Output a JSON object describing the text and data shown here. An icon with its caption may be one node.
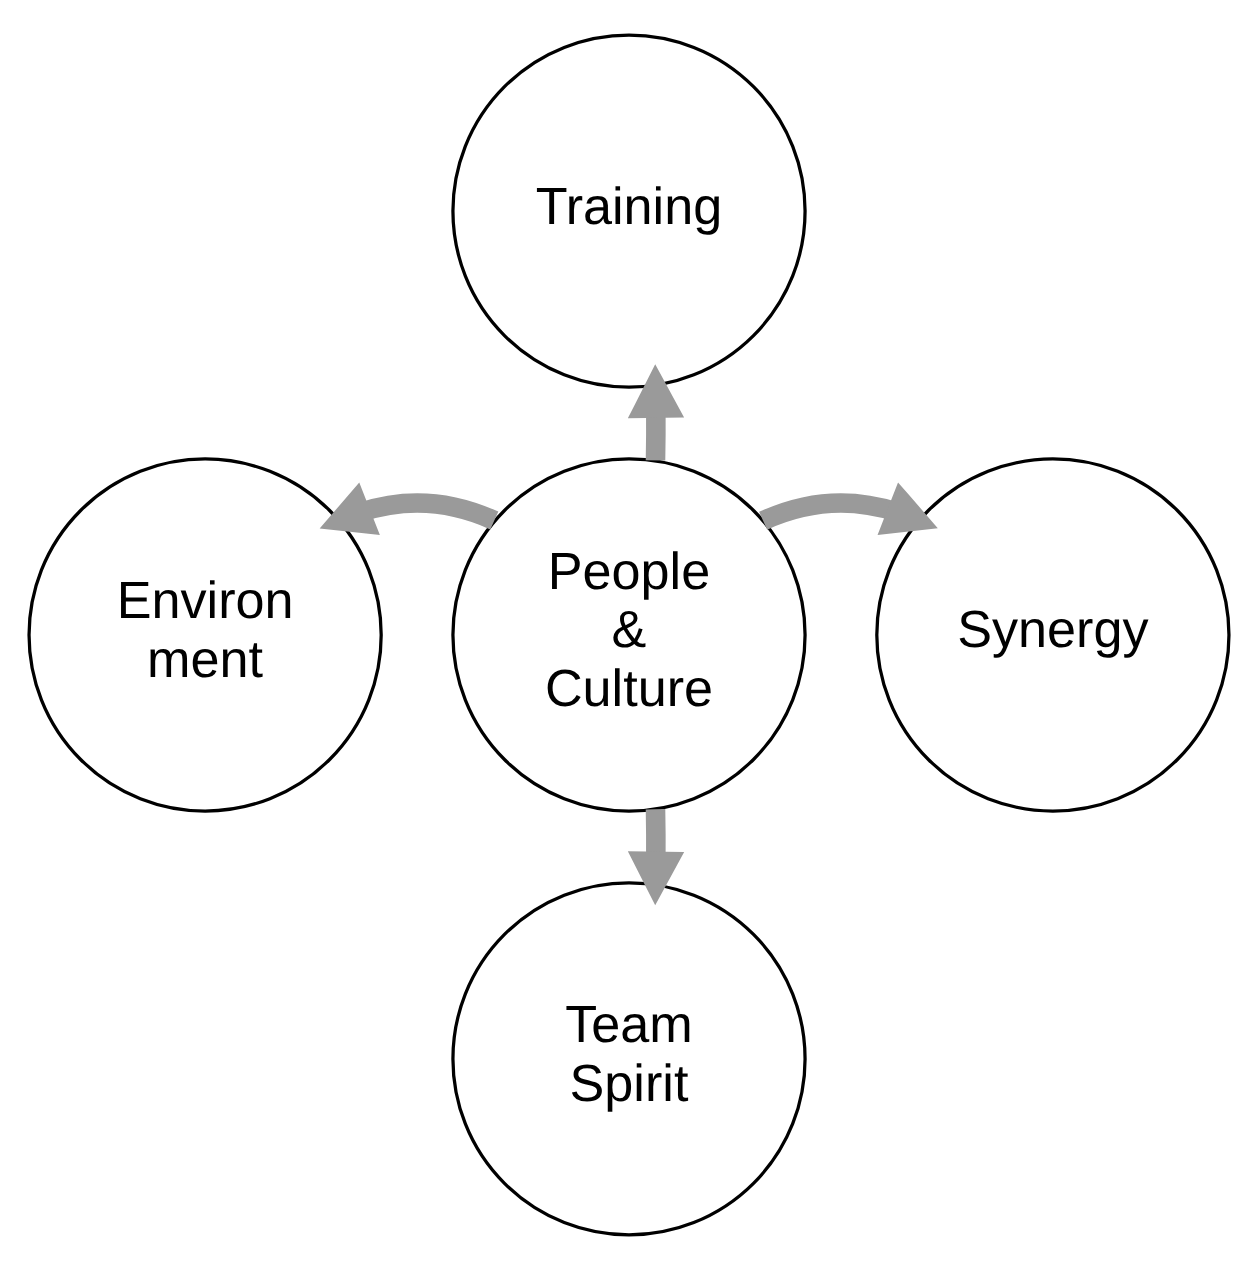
{
  "diagram": {
    "nodes": [
      {
        "text": [
          "Training"
        ]
      },
      {
        "text": [
          "Environ ment"
        ]
      },
      {
        "text": [
          "People & Culture"
        ]
      },
      {
        "text": [
          "Synergy"
        ]
      },
      {
        "text": [
          "Team Spirit"
        ]
      }
    ],
    "edges": [
      {
        "from": 2,
        "to": 0,
        "arrow": "to"
      },
      {
        "from": 2,
        "to": 1,
        "arrow": "to"
      },
      {
        "from": 2,
        "to": 3,
        "arrow": "to"
      },
      {
        "from": 2,
        "to": 4,
        "arrow": "to"
      }
    ]
  }
}
